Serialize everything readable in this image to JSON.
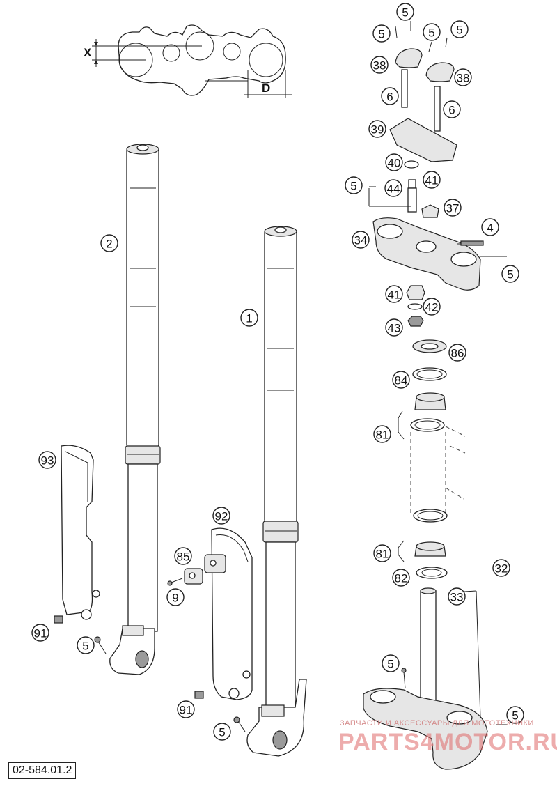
{
  "diagram_code": "02-584.01.2",
  "dimension_labels": {
    "x": "X",
    "d": "D"
  },
  "watermark": {
    "tagline": "ЗАПЧАСТИ И АКСЕССУАРЫ ДЛЯ МОТОТЕХНИКИ",
    "brand": "PARTS4MOTOR.RU"
  },
  "callouts": [
    {
      "id": "c1",
      "label": "5"
    },
    {
      "id": "c2",
      "label": "5"
    },
    {
      "id": "c3",
      "label": "5"
    },
    {
      "id": "c4",
      "label": "5"
    },
    {
      "id": "c5",
      "label": "38"
    },
    {
      "id": "c6",
      "label": "38"
    },
    {
      "id": "c7",
      "label": "6"
    },
    {
      "id": "c8",
      "label": "6"
    },
    {
      "id": "c9",
      "label": "39"
    },
    {
      "id": "c10",
      "label": "40"
    },
    {
      "id": "c11",
      "label": "5"
    },
    {
      "id": "c12",
      "label": "44"
    },
    {
      "id": "c13",
      "label": "41"
    },
    {
      "id": "c14",
      "label": "37"
    },
    {
      "id": "c15",
      "label": "4"
    },
    {
      "id": "c16",
      "label": "34"
    },
    {
      "id": "c17",
      "label": "5"
    },
    {
      "id": "c18",
      "label": "41"
    },
    {
      "id": "c19",
      "label": "42"
    },
    {
      "id": "c20",
      "label": "43"
    },
    {
      "id": "c21",
      "label": "86"
    },
    {
      "id": "c22",
      "label": "84"
    },
    {
      "id": "c23",
      "label": "81"
    },
    {
      "id": "c24",
      "label": "81"
    },
    {
      "id": "c25",
      "label": "82"
    },
    {
      "id": "c26",
      "label": "32"
    },
    {
      "id": "c27",
      "label": "33"
    },
    {
      "id": "c28",
      "label": "5"
    },
    {
      "id": "c29",
      "label": "5"
    },
    {
      "id": "c30",
      "label": "2"
    },
    {
      "id": "c31",
      "label": "1"
    },
    {
      "id": "c32",
      "label": "93"
    },
    {
      "id": "c33",
      "label": "92"
    },
    {
      "id": "c34",
      "label": "85"
    },
    {
      "id": "c35",
      "label": "9"
    },
    {
      "id": "c36",
      "label": "91"
    },
    {
      "id": "c37",
      "label": "5"
    },
    {
      "id": "c38",
      "label": "91"
    },
    {
      "id": "c39",
      "label": "5"
    }
  ]
}
